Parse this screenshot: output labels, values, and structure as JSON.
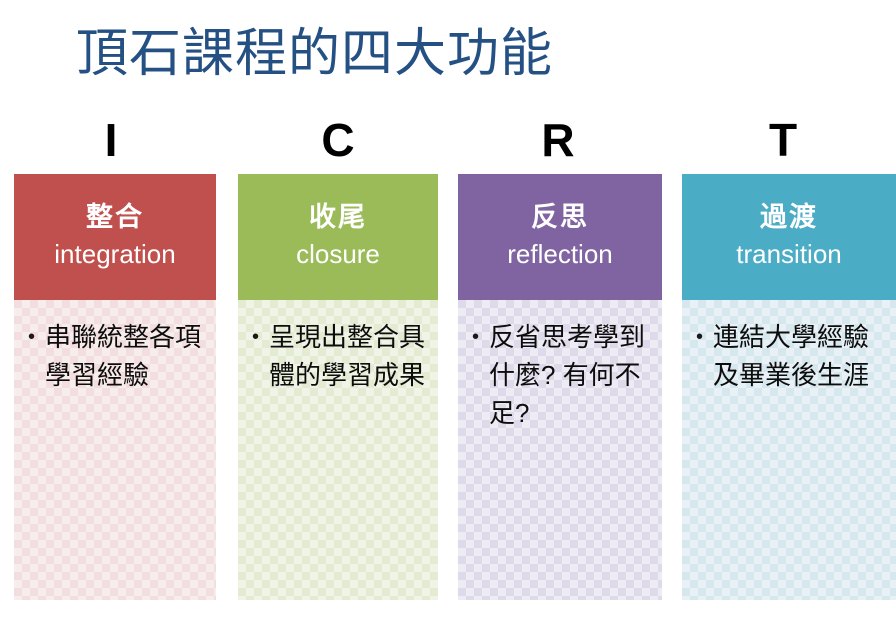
{
  "slide": {
    "title": "頂石課程的四大功能",
    "title_color": "#255083",
    "background": "#FFFFFF"
  },
  "columns": [
    {
      "letter": "I",
      "letter_color": "#000000",
      "head_color": "#C0504D",
      "body_color": "#F2DEDE",
      "name_cn": "整合",
      "name_en": "integration",
      "bullet": "•",
      "bullet_text": "串聯統整各項學習經驗"
    },
    {
      "letter": "C",
      "letter_color": "#000000",
      "head_color": "#9BBB59",
      "body_color": "#E4EBD3",
      "name_cn": "收尾",
      "name_en": "closure",
      "bullet": "•",
      "bullet_text": "呈現出整合具體的學習成果"
    },
    {
      "letter": "R",
      "letter_color": "#000000",
      "head_color": "#8064A2",
      "body_color": "#DEDAE9",
      "name_cn": "反思",
      "name_en": "reflection",
      "bullet": "•",
      "bullet_text": "反省思考學到什麼? 有何不足?"
    },
    {
      "letter": "T",
      "letter_color": "#000000",
      "head_color": "#4BACC6",
      "body_color": "#D6E7EE",
      "name_cn": "過渡",
      "name_en": "transition",
      "bullet": "•",
      "bullet_text": "連結大學經驗及畢業後生涯"
    }
  ]
}
